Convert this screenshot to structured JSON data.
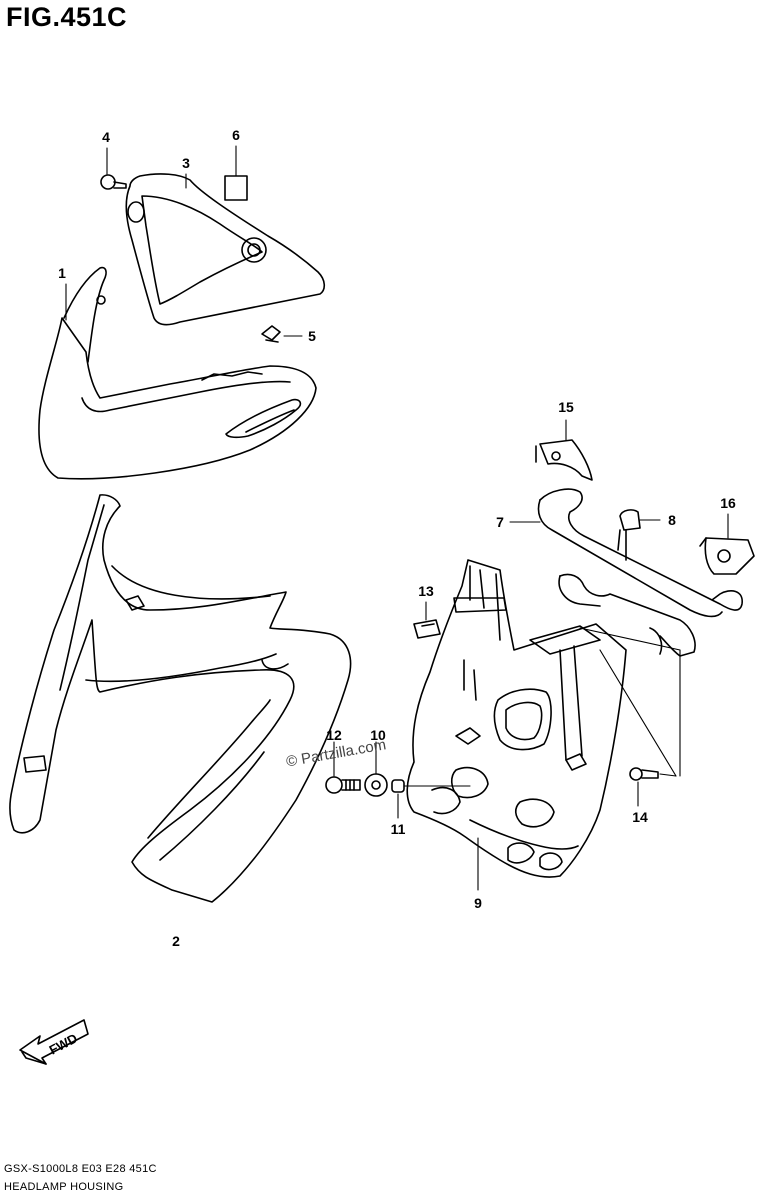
{
  "figure": {
    "title": "FIG.451C",
    "code": "GSX-S1000L8  E03  E28  451C",
    "name": "HEADLAMP HOUSING",
    "watermark": "© Partzilla.com",
    "direction_label": "FWD"
  },
  "callouts": {
    "c1": "1",
    "c2": "2",
    "c3": "3",
    "c4": "4",
    "c5": "5",
    "c6": "6",
    "c7": "7",
    "c8": "8",
    "c9": "9",
    "c10": "10",
    "c11": "11",
    "c12": "12",
    "c13": "13",
    "c14": "14",
    "c15": "15",
    "c16": "16"
  }
}
